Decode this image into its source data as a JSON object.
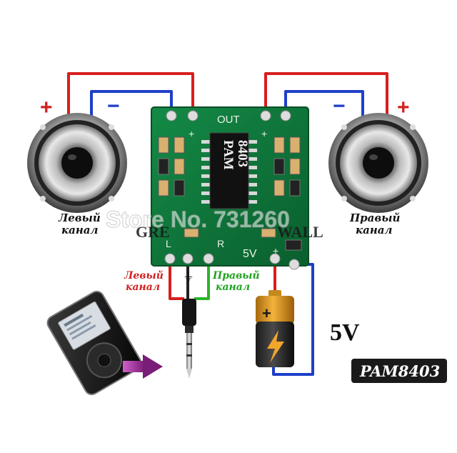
{
  "labels": {
    "left_channel_line1": "Левый",
    "left_channel_line2": "канал",
    "right_channel_line1": "Правый",
    "right_channel_line2": "канал",
    "left_input_line1": "Левый",
    "left_input_line2": "канал",
    "right_input_line1": "Правый",
    "right_input_line2": "канал",
    "voltage": "5V",
    "plus_left": "+",
    "minus_left": "−",
    "plus_right": "+",
    "minus_right": "−"
  },
  "board": {
    "out_label": "OUT",
    "chip_line1": "PAM",
    "chip_line2": "8403",
    "brand_left": "GRE",
    "brand_right": "WALL",
    "pin_l": "L",
    "pin_r": "R",
    "pin_5v": "5V",
    "pin_ground": "⏚",
    "out_plus_left": "+",
    "out_plus_right": "+",
    "in_plus": "+"
  },
  "watermark": "Store No. 731260",
  "model_badge": "PAM8403",
  "colors": {
    "wire_red": "#d81e1e",
    "wire_blue": "#1e3fc8",
    "wire_green": "#2cb32c",
    "wire_black": "#222222",
    "pcb_green": "#0f7a3c",
    "label_red": "#d32020",
    "label_green": "#21a321",
    "badge_bg": "#1a1a1a",
    "badge_text": "#ffffff"
  }
}
